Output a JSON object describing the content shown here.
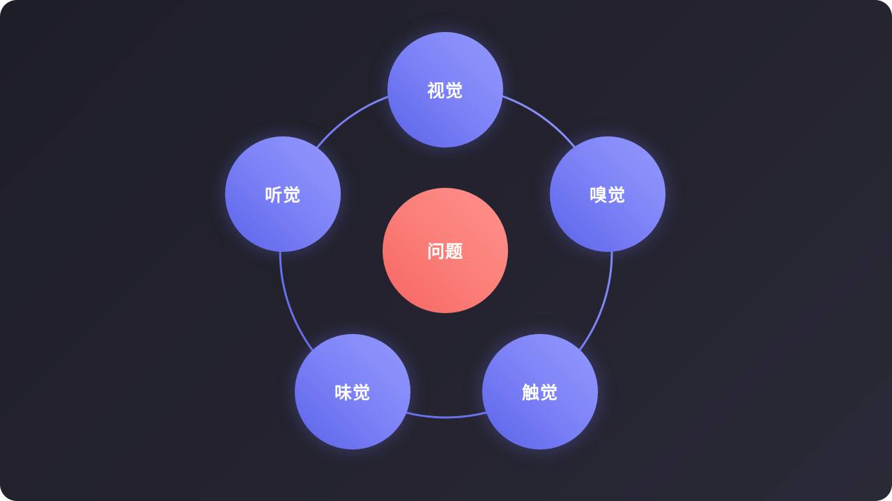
{
  "center": {
    "label": "问题"
  },
  "nodes": [
    {
      "label": "视觉"
    },
    {
      "label": "嗅觉"
    },
    {
      "label": "触觉"
    },
    {
      "label": "味觉"
    },
    {
      "label": "听觉"
    }
  ],
  "colors": {
    "node": "#7f85f7",
    "center": "#fb7f79",
    "ring": "#7a80f2",
    "background": "#22212d"
  }
}
